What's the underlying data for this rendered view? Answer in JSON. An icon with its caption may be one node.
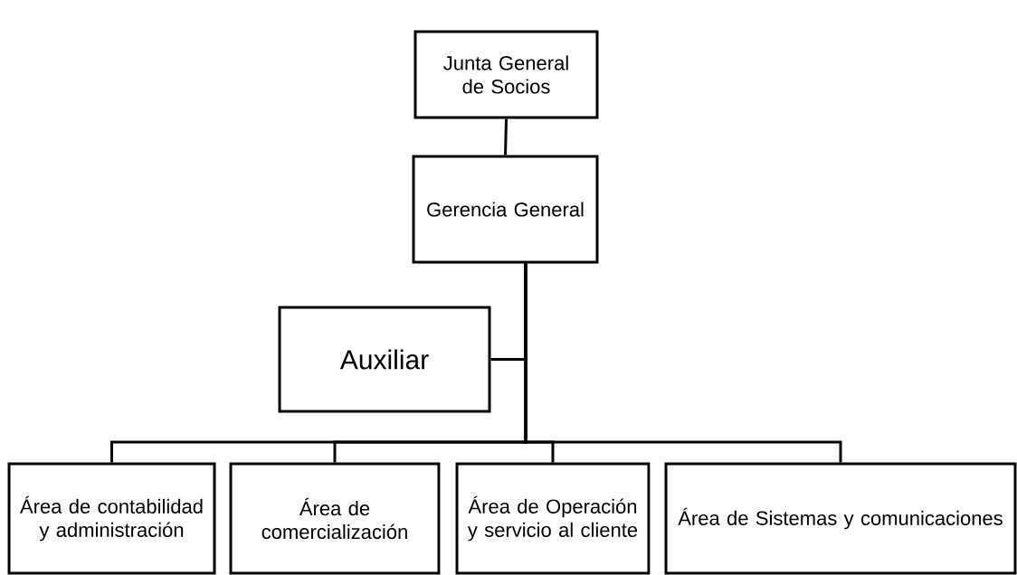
{
  "diagram": {
    "nodes": [
      {
        "text": [
          "Junta General de Socios"
        ]
      },
      {
        "text": [
          "Gerencia General"
        ]
      },
      {
        "text": [
          "Auxiliar"
        ]
      },
      {
        "text": [
          "Área de contabilidad y administración"
        ]
      },
      {
        "text": [
          "Área de comercialización"
        ]
      },
      {
        "text": [
          "Área de Operación y servicio al cliente"
        ]
      },
      {
        "text": [
          "Área de Sistemas y comunicaciones"
        ]
      }
    ],
    "edges": [
      {
        "from": 0,
        "to": 1,
        "arrow": "none"
      },
      {
        "from": 1,
        "to": 2,
        "arrow": "none"
      },
      {
        "from": 1,
        "to": 3,
        "arrow": "none"
      },
      {
        "from": 1,
        "to": 4,
        "arrow": "none"
      },
      {
        "from": 1,
        "to": 5,
        "arrow": "none"
      },
      {
        "from": 1,
        "to": 6,
        "arrow": "none"
      }
    ]
  }
}
